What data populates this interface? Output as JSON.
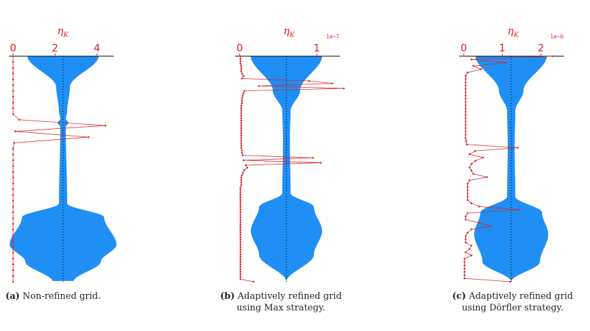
{
  "colors": {
    "shape": "#1f8ff5",
    "indicator": "#d62728",
    "centerline": "#000000"
  },
  "chart_data": [
    {
      "type": "line",
      "panel": "a",
      "xlabel": "η",
      "xlabel_sub": "K",
      "xticks": [
        "0",
        "2",
        "4"
      ],
      "xtick_values": [
        0,
        2,
        4
      ],
      "xlim": [
        -0.2,
        4.8
      ],
      "exponent": "",
      "caption_tag": "(a)",
      "caption_text": "Non-refined grid.",
      "caption_line2": "",
      "profile": {
        "n": 40,
        "eta": [
          0,
          0,
          0,
          0,
          0,
          0,
          0,
          0,
          0,
          0,
          0,
          0.3,
          4.4,
          0.1,
          3.6,
          0.05,
          0,
          0,
          0,
          0,
          0,
          0,
          0,
          0,
          0,
          0,
          0,
          0,
          0,
          0,
          0,
          0,
          0,
          0,
          0,
          0,
          0,
          0,
          0,
          0
        ]
      }
    },
    {
      "type": "line",
      "panel": "b",
      "xlabel": "η",
      "xlabel_sub": "K",
      "xticks": [
        "0",
        "1"
      ],
      "xtick_values": [
        0,
        1
      ],
      "xlim": [
        -0.06,
        1.3
      ],
      "exponent": "1e−7",
      "caption_tag": "(b)",
      "caption_text": "Adaptively refined grid",
      "caption_line2": "using Max strategy.",
      "profile": {
        "n": 92,
        "eta": [
          0.01,
          0.01,
          0.01,
          0.01,
          0.02,
          0.02,
          0.02,
          0.03,
          0.05,
          0.03,
          0.9,
          1.2,
          0.25,
          1.35,
          0.06,
          0.05,
          0.04,
          0.03,
          0.03,
          0.03,
          0.02,
          0.02,
          0.02,
          0.02,
          0.02,
          0.02,
          0.02,
          0.02,
          0.02,
          0.02,
          0.02,
          0.02,
          0.02,
          0.02,
          0.02,
          0.02,
          0.02,
          0.02,
          0.03,
          0.03,
          0.04,
          0.95,
          0.05,
          1.05,
          0.08,
          0.1,
          0.06,
          0.04,
          0.03,
          0.02,
          0.02,
          0.02,
          0.02,
          0.01,
          0.01,
          0.01,
          0.01,
          0.01,
          0.01,
          0.01,
          0.01,
          0.01,
          0.01,
          0.01,
          0.01,
          0.01,
          0.01,
          0.01,
          0.01,
          0.01,
          0.01,
          0.01,
          0.01,
          0.01,
          0.01,
          0.01,
          0.01,
          0.01,
          0.01,
          0.01,
          0.01,
          0.01,
          0.01,
          0.01,
          0.01,
          0.01,
          0.01,
          0.01,
          0.01,
          0.01,
          0.01,
          0.18
        ]
      }
    },
    {
      "type": "line",
      "panel": "c",
      "xlabel": "η",
      "xlabel_sub": "K",
      "xticks": [
        "0",
        "1",
        "2"
      ],
      "xtick_values": [
        0,
        1,
        2
      ],
      "xlim": [
        -0.12,
        2.6
      ],
      "exponent": "1e−6",
      "caption_tag": "(c)",
      "caption_text": "Adaptively refined grid",
      "caption_line2": "using Dörfler strategy.",
      "profile": {
        "n": 70,
        "eta": [
          2.3,
          0.2,
          1.1,
          0.25,
          0.45,
          0.1,
          0.05,
          0.05,
          0.05,
          0.05,
          0.05,
          0.05,
          0.05,
          0.05,
          0.05,
          0.05,
          0.05,
          0.05,
          0.05,
          0.05,
          0.05,
          0.05,
          0.05,
          0.05,
          0.05,
          0.05,
          0.06,
          0.08,
          1.4,
          0.3,
          0.15,
          0.5,
          0.3,
          0.2,
          0.15,
          0.2,
          0.25,
          0.6,
          0.15,
          0.1,
          0.1,
          0.1,
          0.1,
          0.1,
          0.1,
          0.2,
          0.4,
          1.45,
          0.1,
          0.05,
          0.05,
          0.4,
          0.7,
          0.2,
          0.1,
          0.05,
          0.05,
          0.05,
          0.2,
          0.15,
          0.05,
          0.2,
          0.02,
          0.02,
          0.02,
          0.02,
          0.02,
          0.02,
          0.02,
          1.2
        ]
      }
    }
  ]
}
